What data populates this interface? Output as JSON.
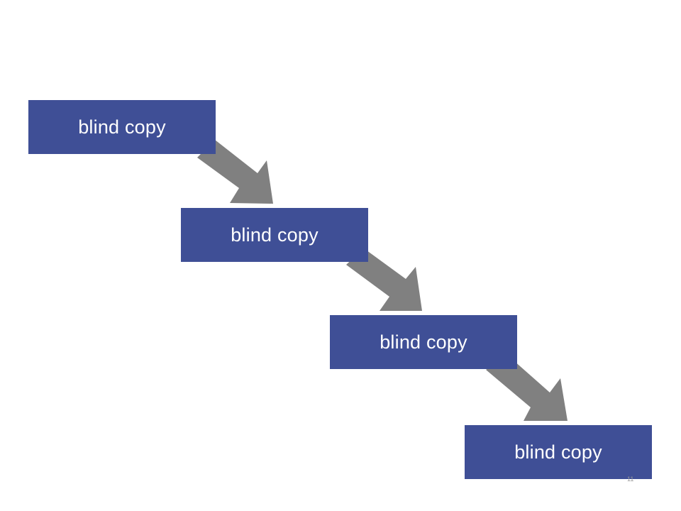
{
  "colors": {
    "box_fill": "#3f4f96",
    "box_text": "#ffffff",
    "arrow_fill": "#808080"
  },
  "steps": [
    {
      "label": "blind copy"
    },
    {
      "label": "blind copy"
    },
    {
      "label": "blind copy"
    },
    {
      "label": "blind copy"
    }
  ],
  "arrows": [
    {
      "from": 0,
      "to": 1
    },
    {
      "from": 1,
      "to": 2
    },
    {
      "from": 2,
      "to": 3
    }
  ],
  "page_mark": "11"
}
